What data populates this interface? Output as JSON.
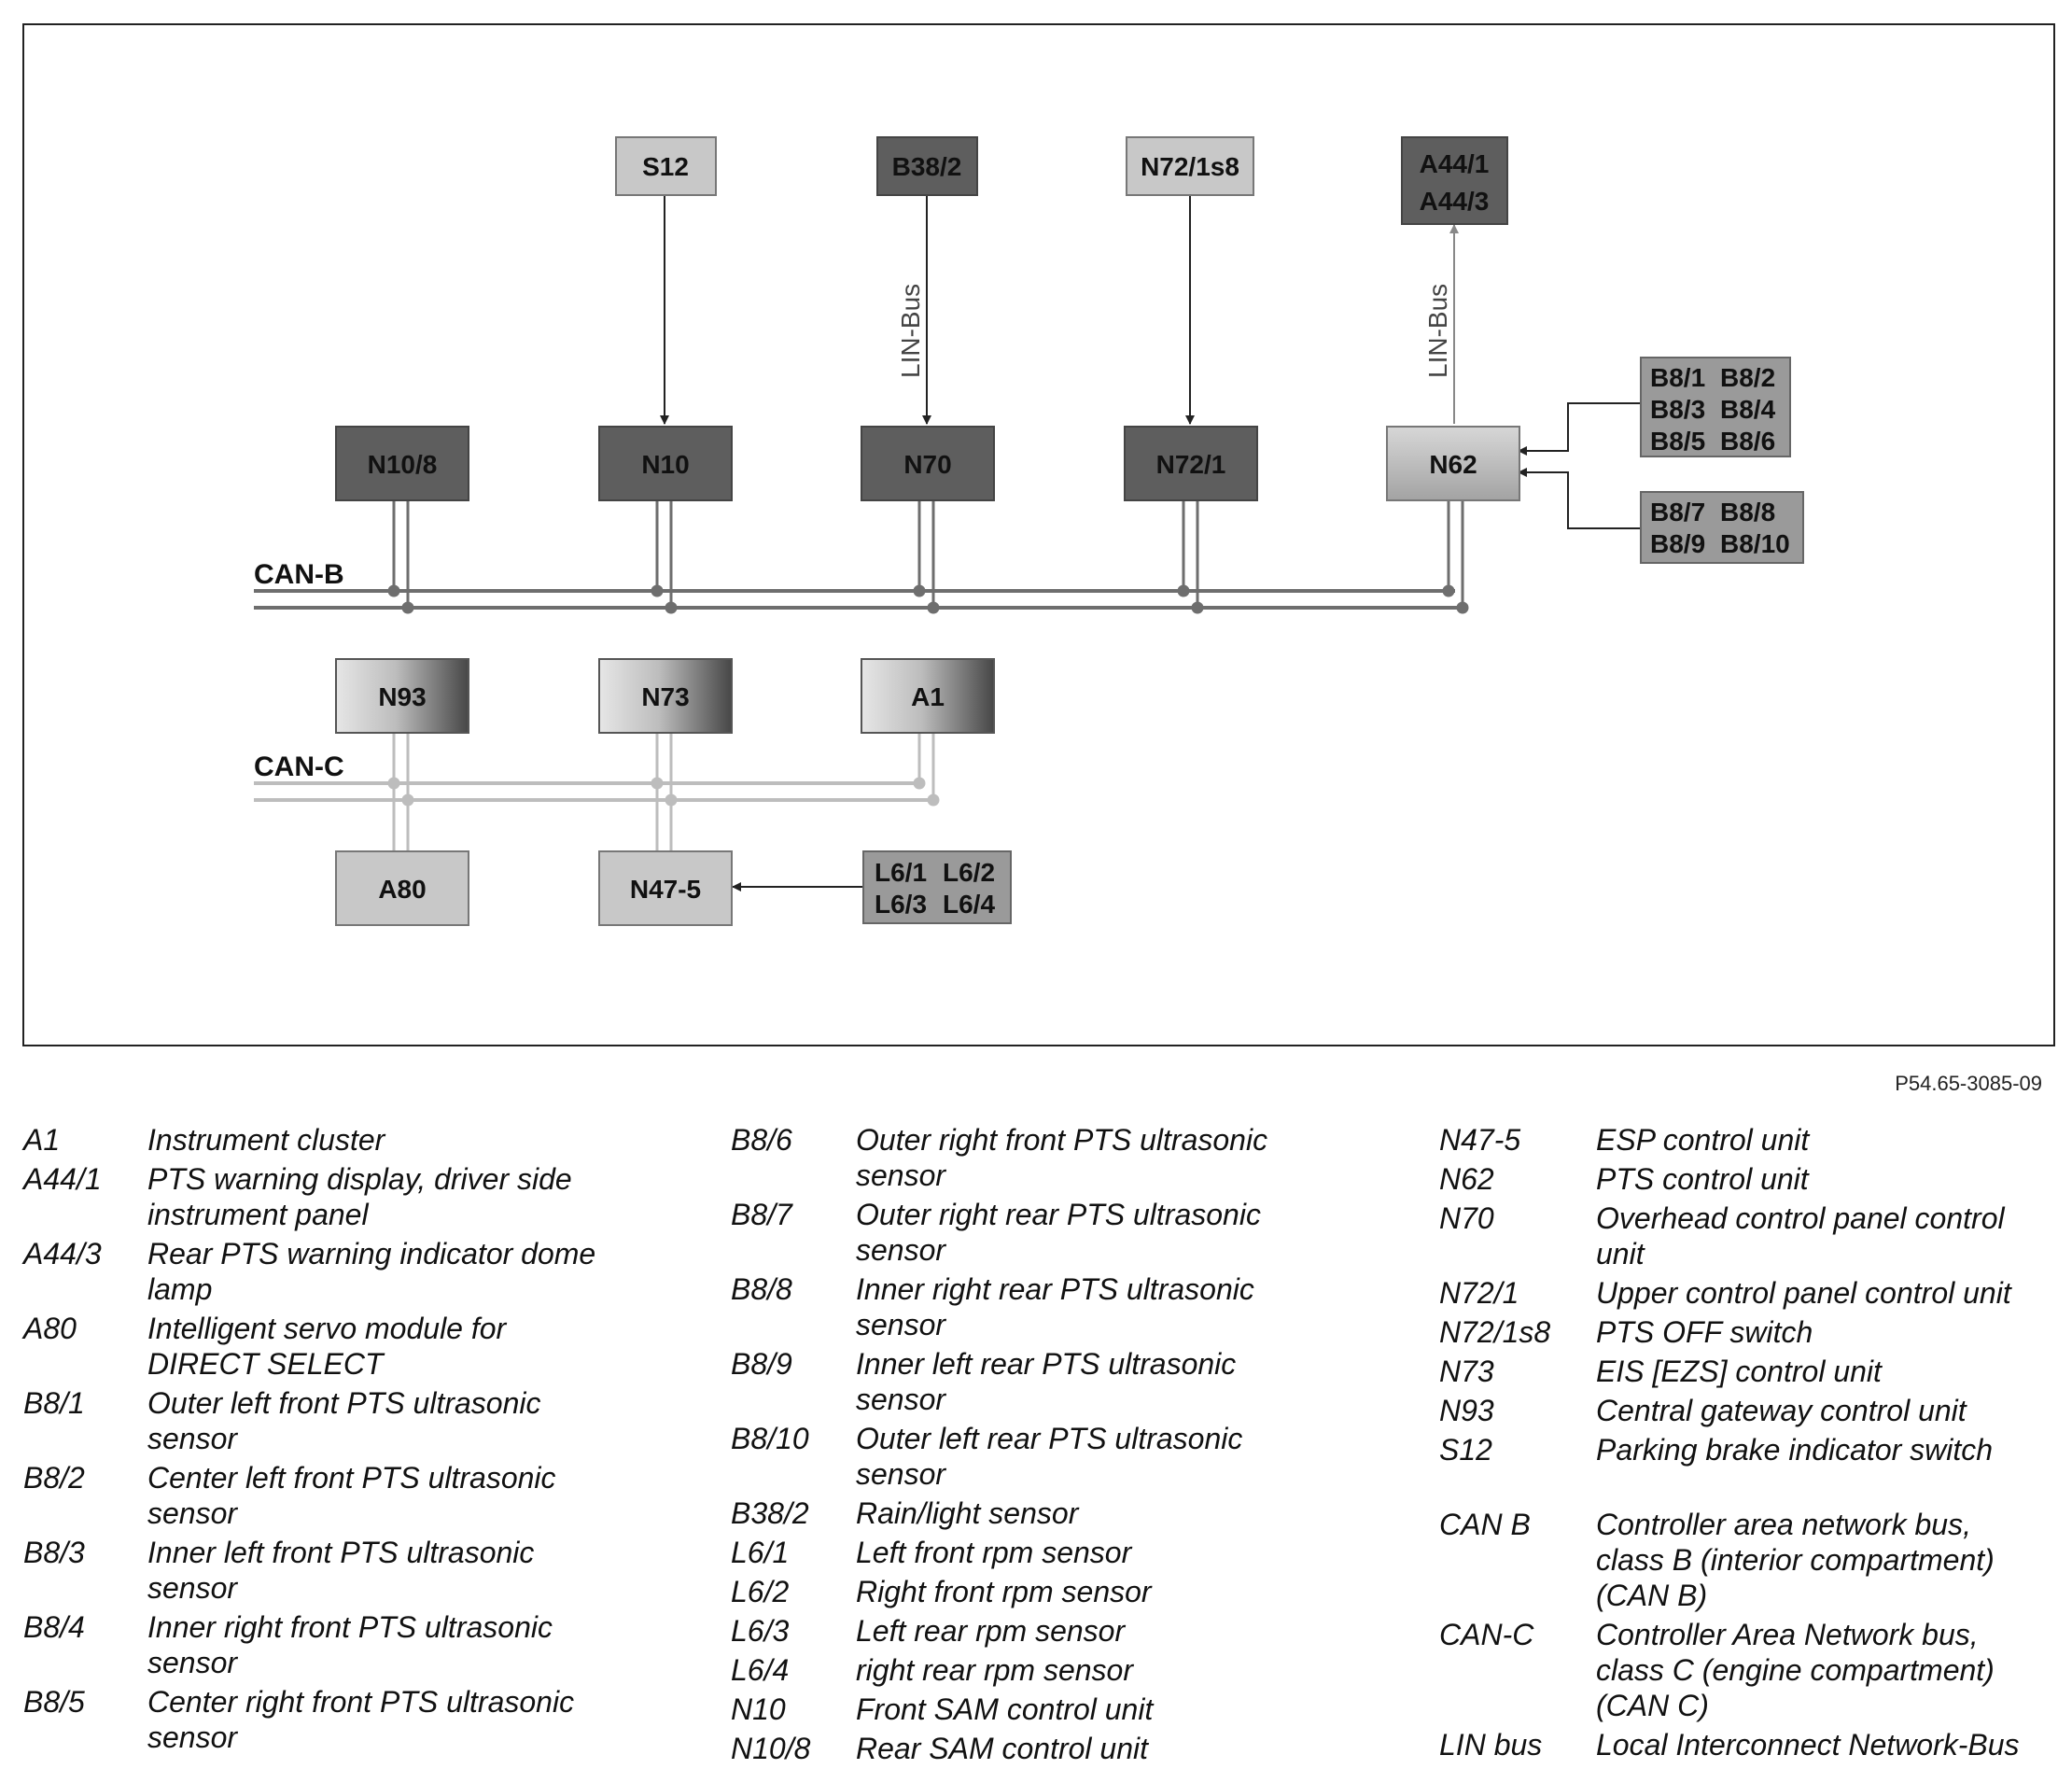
{
  "diagram": {
    "blocks": {
      "s12": "S12",
      "b38_2": "B38/2",
      "n72_1s8": "N72/1s8",
      "a44_1": "A44/1",
      "a44_3": "A44/3",
      "n10_8": "N10/8",
      "n10": "N10",
      "n70": "N70",
      "n72_1": "N72/1",
      "n62": "N62",
      "b8_group1": [
        "B8/1",
        "B8/2",
        "B8/3",
        "B8/4",
        "B8/5",
        "B8/6"
      ],
      "b8_group2": [
        "B8/7",
        "B8/8",
        "B8/9",
        "B8/10"
      ],
      "n93": "N93",
      "n73": "N73",
      "a1": "A1",
      "a80": "A80",
      "n47_5": "N47-5",
      "l6_group": [
        "L6/1",
        "L6/2",
        "L6/3",
        "L6/4"
      ]
    },
    "bus_labels": {
      "can_b": "CAN-B",
      "can_c": "CAN-C",
      "lin_1": "LIN-Bus",
      "lin_2": "LIN-Bus"
    },
    "colors": {
      "dark_block": "#5e5e5e",
      "light_block": "#c6c6c6",
      "mid_block": "#9a9a9a",
      "can_b_line": "#707070",
      "can_c_line": "#bdbdbd"
    }
  },
  "figure_ref": "P54.65-3085-09",
  "legend": {
    "col1": [
      {
        "code": "A1",
        "desc": [
          "Instrument cluster"
        ]
      },
      {
        "code": "A44/1",
        "desc": [
          "PTS warning display, driver side",
          "instrument panel"
        ]
      },
      {
        "code": "A44/3",
        "desc": [
          "Rear PTS warning indicator dome",
          "lamp"
        ]
      },
      {
        "code": "A80",
        "desc": [
          "Intelligent servo module for",
          "DIRECT SELECT"
        ]
      },
      {
        "code": "B8/1",
        "desc": [
          "Outer left front PTS ultrasonic",
          "sensor"
        ]
      },
      {
        "code": "B8/2",
        "desc": [
          "Center left front PTS ultrasonic",
          "sensor"
        ]
      },
      {
        "code": "B8/3",
        "desc": [
          "Inner left front PTS ultrasonic",
          "sensor"
        ]
      },
      {
        "code": "B8/4",
        "desc": [
          "Inner right front PTS ultrasonic",
          "sensor"
        ]
      },
      {
        "code": "B8/5",
        "desc": [
          "Center right front PTS ultrasonic",
          "sensor"
        ]
      }
    ],
    "col2": [
      {
        "code": "B8/6",
        "desc": [
          "Outer right front PTS ultrasonic",
          "sensor"
        ]
      },
      {
        "code": "B8/7",
        "desc": [
          "Outer right rear PTS ultrasonic",
          "sensor"
        ]
      },
      {
        "code": "B8/8",
        "desc": [
          "Inner right rear PTS ultrasonic",
          "sensor"
        ]
      },
      {
        "code": "B8/9",
        "desc": [
          "Inner left rear PTS ultrasonic",
          "sensor"
        ]
      },
      {
        "code": "B8/10",
        "desc": [
          "Outer left rear PTS ultrasonic",
          "sensor"
        ]
      },
      {
        "code": "B38/2",
        "desc": [
          "Rain/light sensor"
        ]
      },
      {
        "code": "L6/1",
        "desc": [
          "Left front rpm sensor"
        ]
      },
      {
        "code": "L6/2",
        "desc": [
          "Right front rpm sensor"
        ]
      },
      {
        "code": "L6/3",
        "desc": [
          "Left rear rpm sensor"
        ]
      },
      {
        "code": "L6/4",
        "desc": [
          "right rear rpm sensor"
        ]
      },
      {
        "code": "N10",
        "desc": [
          "Front SAM control unit"
        ]
      },
      {
        "code": "N10/8",
        "desc": [
          "Rear SAM control unit"
        ]
      }
    ],
    "col3": [
      {
        "code": "N47-5",
        "desc": [
          "ESP control unit"
        ]
      },
      {
        "code": "N62",
        "desc": [
          "PTS control unit"
        ]
      },
      {
        "code": "N70",
        "desc": [
          "Overhead control panel control",
          "unit"
        ]
      },
      {
        "code": "N72/1",
        "desc": [
          "Upper control panel control unit"
        ]
      },
      {
        "code": "N72/1s8",
        "desc": [
          "PTS OFF switch"
        ]
      },
      {
        "code": "N73",
        "desc": [
          "EIS [EZS] control unit"
        ]
      },
      {
        "code": "N93",
        "desc": [
          "Central gateway control unit"
        ]
      },
      {
        "code": "S12",
        "desc": [
          "Parking brake indicator switch"
        ]
      },
      {
        "gap": true
      },
      {
        "code": "CAN B",
        "desc": [
          "Controller area network bus,",
          "class B (interior compartment)",
          "(CAN B)"
        ]
      },
      {
        "code": "CAN-C",
        "desc": [
          "Controller Area Network bus,",
          "class C (engine compartment)",
          "(CAN C)"
        ]
      },
      {
        "code": "LIN bus",
        "desc": [
          "Local Interconnect Network-Bus"
        ]
      }
    ]
  }
}
